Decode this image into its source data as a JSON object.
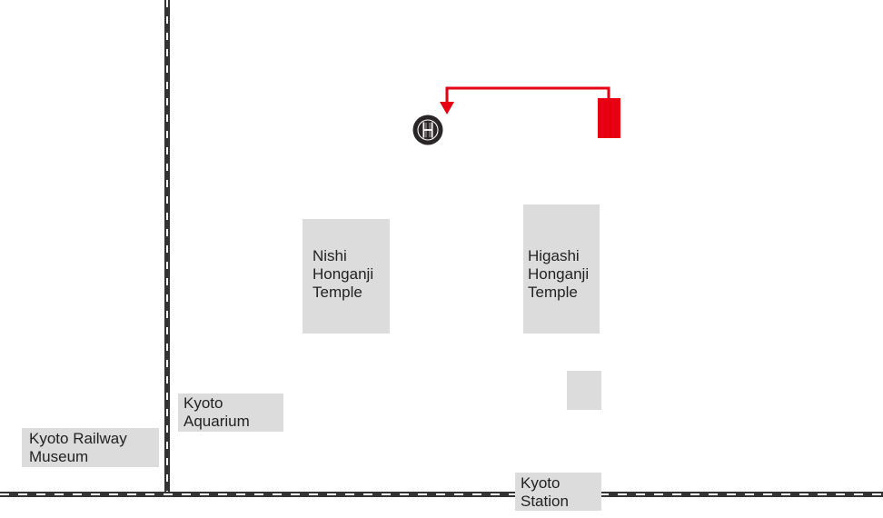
{
  "map": {
    "places": {
      "nishi_honganji": {
        "label": "Nishi\nHonganji\nTemple"
      },
      "higashi_honganji": {
        "label": "Higashi\nHonganji\nTemple"
      },
      "kyoto_aquarium": {
        "label": "Kyoto\nAquarium"
      },
      "kyoto_railway_museum": {
        "label": "Kyoto Railway\nMuseum"
      },
      "kyoto_station": {
        "label": "Kyoto\nStation"
      }
    },
    "colors": {
      "route": "#e60012",
      "block": "#dcdcdc",
      "rail": "#333333",
      "hotel_marker": "#2a2526"
    },
    "icons": {
      "hotel": "hotel-logo-icon",
      "start": "bus-stop-marker-icon",
      "route_arrow": "route-arrow-icon"
    }
  }
}
